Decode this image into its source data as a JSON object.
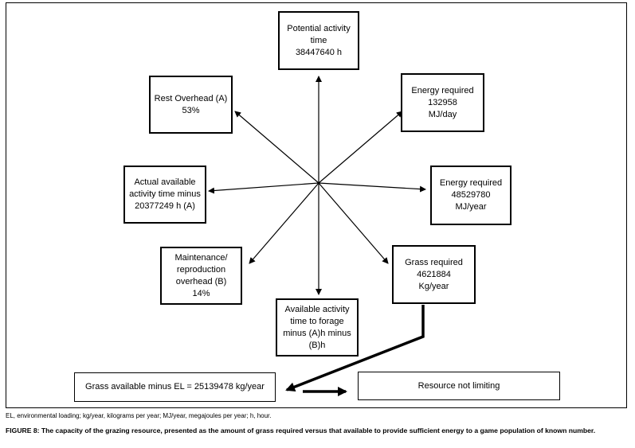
{
  "boxes": {
    "potential": [
      "Potential activity",
      "time",
      "38447640 h"
    ],
    "energy_day": [
      "Energy required",
      "132958",
      "MJ/day"
    ],
    "energy_year": [
      "Energy required",
      "48529780",
      "MJ/year"
    ],
    "grass_required": [
      "Grass required",
      "4621884",
      "Kg/year"
    ],
    "available_forage": [
      "Available activity",
      "time to forage",
      "minus (A)h minus",
      "(B)h"
    ],
    "maintenance": [
      "Maintenance/",
      "reproduction",
      "overhead (B)",
      "14%"
    ],
    "actual_available": [
      "Actual available",
      "activity time minus",
      "20377249 h (A)"
    ],
    "rest_overhead": [
      "Rest Overhead (A)",
      "53%"
    ],
    "grass_available": "Grass available minus EL = 25139478 kg/year",
    "resource": "Resource not limiting"
  },
  "footnote": "EL, environmental loading; kg/year, kilograms per year; MJ/year, megajoules per year; h, hour.",
  "caption": {
    "label": "FIGURE 8:",
    "text": "The capacity of the grazing resource, presented as the amount of grass required versus that available to provide sufficient energy to a game population of known number."
  }
}
